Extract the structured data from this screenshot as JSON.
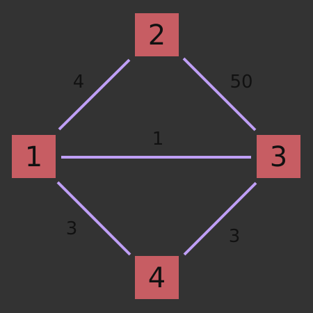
{
  "colors": {
    "background": "#333333",
    "node_fill": "#c75d63",
    "node_text": "#111111",
    "edge": "#bf9ff6",
    "edge_label": "#111111"
  },
  "nodes": [
    {
      "id": "1",
      "label": "1"
    },
    {
      "id": "2",
      "label": "2"
    },
    {
      "id": "3",
      "label": "3"
    },
    {
      "id": "4",
      "label": "4"
    }
  ],
  "edges": [
    {
      "from": "1",
      "to": "2",
      "weight": "4"
    },
    {
      "from": "2",
      "to": "3",
      "weight": "50"
    },
    {
      "from": "1",
      "to": "3",
      "weight": "1"
    },
    {
      "from": "1",
      "to": "4",
      "weight": "3"
    },
    {
      "from": "4",
      "to": "3",
      "weight": "3"
    }
  ]
}
